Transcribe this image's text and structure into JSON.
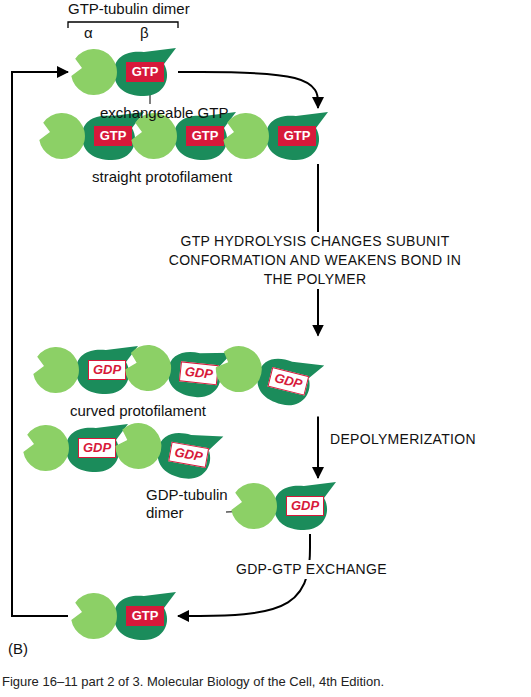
{
  "diagram": {
    "caption": "Figure 16–11 part 2 of 3. Molecular Biology of the Cell, 4th Edition.",
    "nodes": [
      {
        "text": [
          "GTP"
        ]
      },
      {
        "text": [
          "GTP"
        ]
      },
      {
        "text": [
          "GTP"
        ]
      },
      {
        "text": [
          "GTP"
        ]
      },
      {
        "text": [
          "GDP"
        ]
      },
      {
        "text": [
          "GDP"
        ]
      },
      {
        "text": [
          "GDP"
        ]
      },
      {
        "text": [
          "GDP"
        ]
      },
      {
        "text": [
          "GDP"
        ]
      },
      {
        "text": [
          "GDP"
        ]
      },
      {
        "text": [
          "GTP"
        ]
      }
    ],
    "edges": [
      {
        "from": 0,
        "to": 3,
        "arrow": "to"
      },
      {
        "from": 3,
        "to": 6,
        "arrow": "to",
        "label": "GTP HYDROLYSIS CHANGES SUBUNIT CONFORMATION AND WEAKENS BOND IN THE POLYMER"
      },
      {
        "from": 6,
        "to": 9,
        "arrow": "to",
        "label": "DEPOLYMERIZATION"
      },
      {
        "from": 9,
        "to": 10,
        "arrow": "to",
        "label": "GDP-GTP EXCHANGE"
      },
      {
        "from": 10,
        "to": 0,
        "arrow": "to"
      }
    ],
    "labels": [
      "GTP-tubulin dimer",
      "α",
      "β",
      "exchangeable GTP",
      "straight protofilament",
      "curved protofilament",
      "GDP-tubulin dimer",
      "(B)"
    ]
  }
}
